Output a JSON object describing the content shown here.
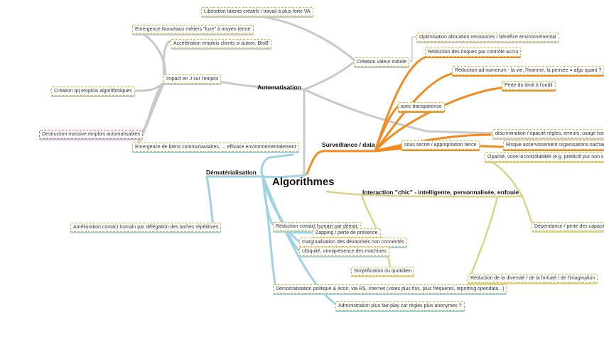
{
  "center": {
    "label": "Algorithmes"
  },
  "branches": {
    "automatisation": {
      "label": "Automatisation",
      "color": "#c6c6c6",
      "nodes": [
        "Libération talents créatifs / travail à plus forte VA",
        "Emergence Nouveaux métiers \"luxe\" à moyen terme",
        "Accélération emplois clients si autom. BtoB",
        "Création valeur induite",
        "Impact en J sur l'emploi",
        "Création qq emplois algorithmiques",
        "Destruction massive emplois automatisables",
        "Emergence de biens communautaires, ... efficace environnementalement"
      ]
    },
    "surveillance": {
      "label": "Surveillance / data",
      "color": "#f28a1e",
      "nodes": [
        "Optimisation allocation ressources / bénéfice environnemental",
        "Réduction des risques par contrôle accru",
        "Réduction ad numerum - la vie, l'homme, la pensée = algo quant ?",
        "Perte du droit à l'oubli",
        "avec transparence",
        "discrimination / opacité règles, erreurs, usage hors",
        "sous secret / appropriation tierce",
        "Risque asservissement organisations sachant"
      ]
    },
    "dematerialisation": {
      "label": "Dématérialisation",
      "color": "#9fd3e2",
      "nodes": [
        "Amélioration contact humain par délégation des taches répétitives",
        "Réduction contact humain par démat.",
        "Zapping / perte de présence",
        "marginalisation des dévaorisés non connectés",
        "Ubiquité, omniprésence des machines",
        "Démocratisation politique & écon. via RS, internet (votes plus fins, plus fréquents, reporting opendata...)",
        "Administration plus fair-play car règles plus anonymes ?"
      ]
    },
    "interaction": {
      "label": "Interaction \"chic\" - intelligente, personnalisée, enfouie",
      "color": "#dcd38a",
      "nodes": [
        "Opacité, voire incontrôlabilité (e.g. prédictif pur non ca",
        "Dépendance / perte des capacité",
        "Simplification du quotidien",
        "Réduction de la diversité / de la fortuité / de l'imagination"
      ]
    }
  }
}
